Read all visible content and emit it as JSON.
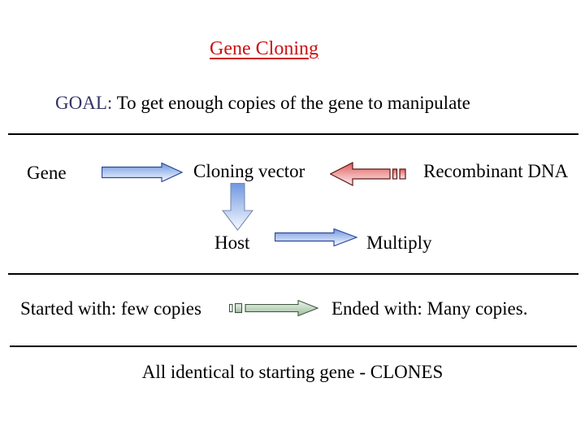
{
  "slide": {
    "title": "Gene Cloning",
    "goal": {
      "label": "GOAL:",
      "text": "To get enough copies of the gene to manipulate"
    },
    "flow": {
      "gene_label": "Gene",
      "cloning_vector_label": "Cloning vector",
      "recombinant_dna_label": "Recombinant DNA",
      "host_label": "Host",
      "multiply_label": "Multiply"
    },
    "summary": {
      "started_label": "Started with: few copies",
      "ended_label": "Ended with: Many copies."
    },
    "footer": "All identical to starting gene - CLONES",
    "icons": {
      "right_arrow": "right-block-arrow",
      "left_striped_arrow": "left-striped-block-arrow",
      "down_arrow": "down-block-arrow",
      "striped_thin_arrow": "striped-thin-right-arrow"
    },
    "colors": {
      "title": "#cc1111",
      "goal_label": "#333366",
      "body_text": "#000000",
      "blue_arrow_top": "#6f97e0",
      "blue_arrow_bottom": "#f7faff",
      "blue_arrow_border": "#2d4a9b",
      "down_arrow_border": "#7c8cb0",
      "red_arrow_top": "#e05c5c",
      "red_arrow_bottom": "#fdeeee",
      "red_arrow_border": "#5c1616",
      "green_arrow_top": "#eaf2ea",
      "green_arrow_bottom": "#9fbf9f",
      "green_arrow_border": "#3d553d"
    }
  }
}
